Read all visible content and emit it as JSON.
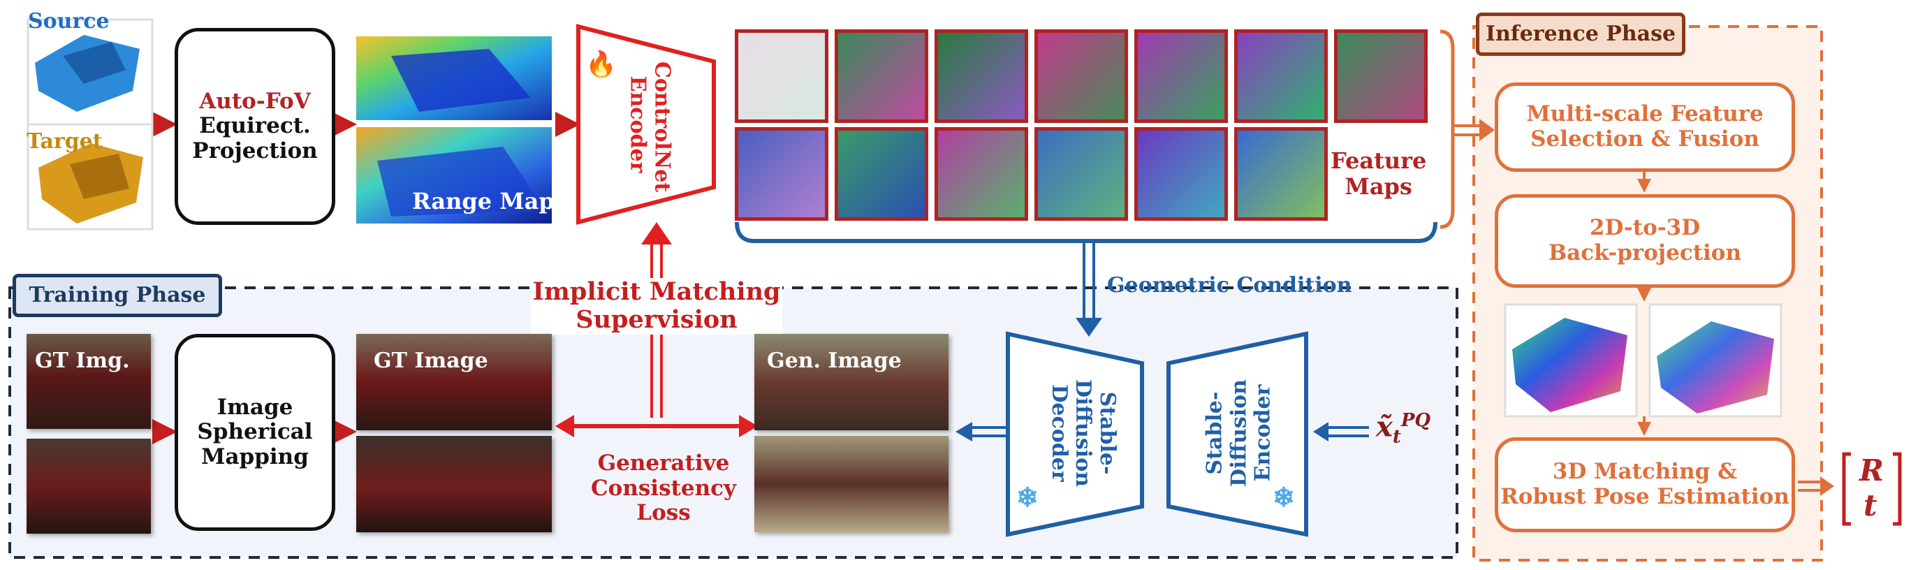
{
  "inputs": {
    "source_label": "Source",
    "target_label": "Target"
  },
  "projection_box": {
    "line1": "Auto-FoV",
    "line2": "Equirect.",
    "line3": "Projection"
  },
  "range_map_label": "Range Map",
  "encoder": {
    "line1": "ControlNet",
    "line2": "Encoder",
    "icon": "fire-icon"
  },
  "feature_maps_label": {
    "line1": "Feature",
    "line2": "Maps"
  },
  "geometric_condition_label": "Geometric Condition",
  "implicit_matching_label": {
    "line1": "Implicit Matching",
    "line2": "Supervision"
  },
  "training_phase": {
    "title": "Training Phase",
    "gt_img_label": "GT Img.",
    "spherical_box": {
      "line1": "Image",
      "line2": "Spherical",
      "line3": "Mapping"
    },
    "gt_image_label": "GT Image",
    "gen_image_label": "Gen. Image",
    "loss_label": {
      "line1": "Generative",
      "line2": "Consistency",
      "line3": "Loss"
    },
    "sd_decoder": {
      "line1": "Stable-",
      "line2": "Diffusion",
      "line3": "Decoder",
      "icon": "snowflake-icon"
    },
    "sd_encoder": {
      "line1": "Stable-",
      "line2": "Diffusion",
      "line3": "Encoder",
      "icon": "snowflake-icon"
    },
    "latent_var": {
      "base": "x̃",
      "sub": "t",
      "sup": "PQ"
    }
  },
  "inference_phase": {
    "title": "Inference Phase",
    "steps": [
      {
        "line1": "Multi-scale Feature",
        "line2": "Selection & Fusion"
      },
      {
        "line1": "2D-to-3D",
        "line2": "Back-projection"
      },
      {
        "line1": "3D Matching &",
        "line2": "Robust Pose Estimation"
      }
    ],
    "output": {
      "top": "R",
      "bottom": "t"
    }
  },
  "colors": {
    "red": "#e02020",
    "dark_red": "#b22222",
    "blue": "#1f5fa6",
    "navy": "#1e3a5f",
    "orange": "#e0703a",
    "training_bg": "#f1f5fb",
    "inference_bg": "#fdf1ea"
  }
}
